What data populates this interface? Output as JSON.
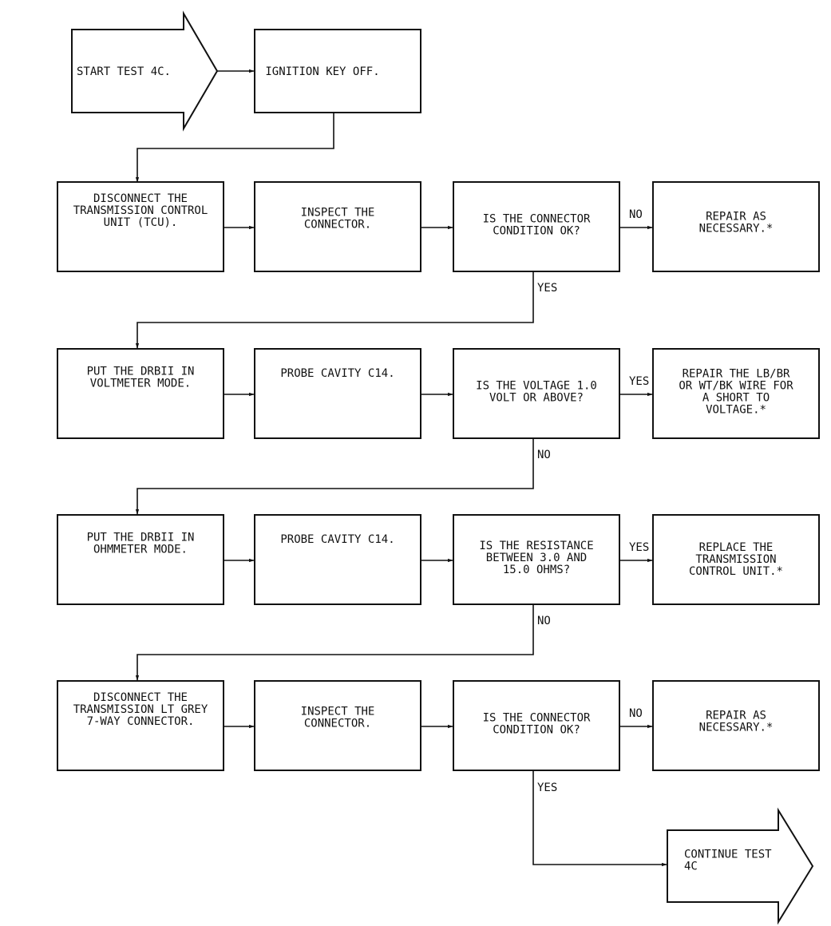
{
  "colors": {
    "stroke": "#111111",
    "background": "#ffffff",
    "text": "#111111"
  },
  "arrows": {
    "start": [
      "START TEST 4C."
    ],
    "continue": [
      "CONTINUE TEST",
      "4C"
    ]
  },
  "rows": [
    {
      "step1": [
        "IGNITION KEY OFF."
      ]
    },
    {
      "step1": [
        "DISCONNECT THE",
        "TRANSMISSION CONTROL",
        "UNIT (TCU)."
      ],
      "step2": [
        "INSPECT THE",
        "CONNECTOR."
      ],
      "decision": [
        "IS THE CONNECTOR",
        "CONDITION OK?"
      ],
      "right_branch": "NO",
      "result": [
        "REPAIR AS",
        "NECESSARY.*"
      ],
      "down_branch": "YES"
    },
    {
      "step1": [
        "PUT THE DRBII IN",
        "VOLTMETER MODE."
      ],
      "step2": [
        "PROBE CAVITY C14."
      ],
      "decision": [
        "IS THE VOLTAGE 1.0",
        "VOLT OR ABOVE?"
      ],
      "right_branch": "YES",
      "result": [
        "REPAIR THE LB/BR",
        "OR WT/BK WIRE FOR",
        "A SHORT TO",
        "VOLTAGE.*"
      ],
      "down_branch": "NO"
    },
    {
      "step1": [
        "PUT THE DRBII IN",
        "OHMMETER MODE."
      ],
      "step2": [
        "PROBE CAVITY C14."
      ],
      "decision": [
        "IS THE RESISTANCE",
        "BETWEEN 3.0 AND",
        "15.0 OHMS?"
      ],
      "right_branch": "YES",
      "result": [
        "REPLACE THE",
        "TRANSMISSION",
        "CONTROL UNIT.*"
      ],
      "down_branch": "NO"
    },
    {
      "step1": [
        "DISCONNECT THE",
        "TRANSMISSION LT GREY",
        "7-WAY CONNECTOR."
      ],
      "step2": [
        "INSPECT THE",
        "CONNECTOR."
      ],
      "decision": [
        "IS THE CONNECTOR",
        "CONDITION OK?"
      ],
      "right_branch": "NO",
      "result": [
        "REPAIR AS",
        "NECESSARY.*"
      ],
      "down_branch": "YES"
    }
  ]
}
